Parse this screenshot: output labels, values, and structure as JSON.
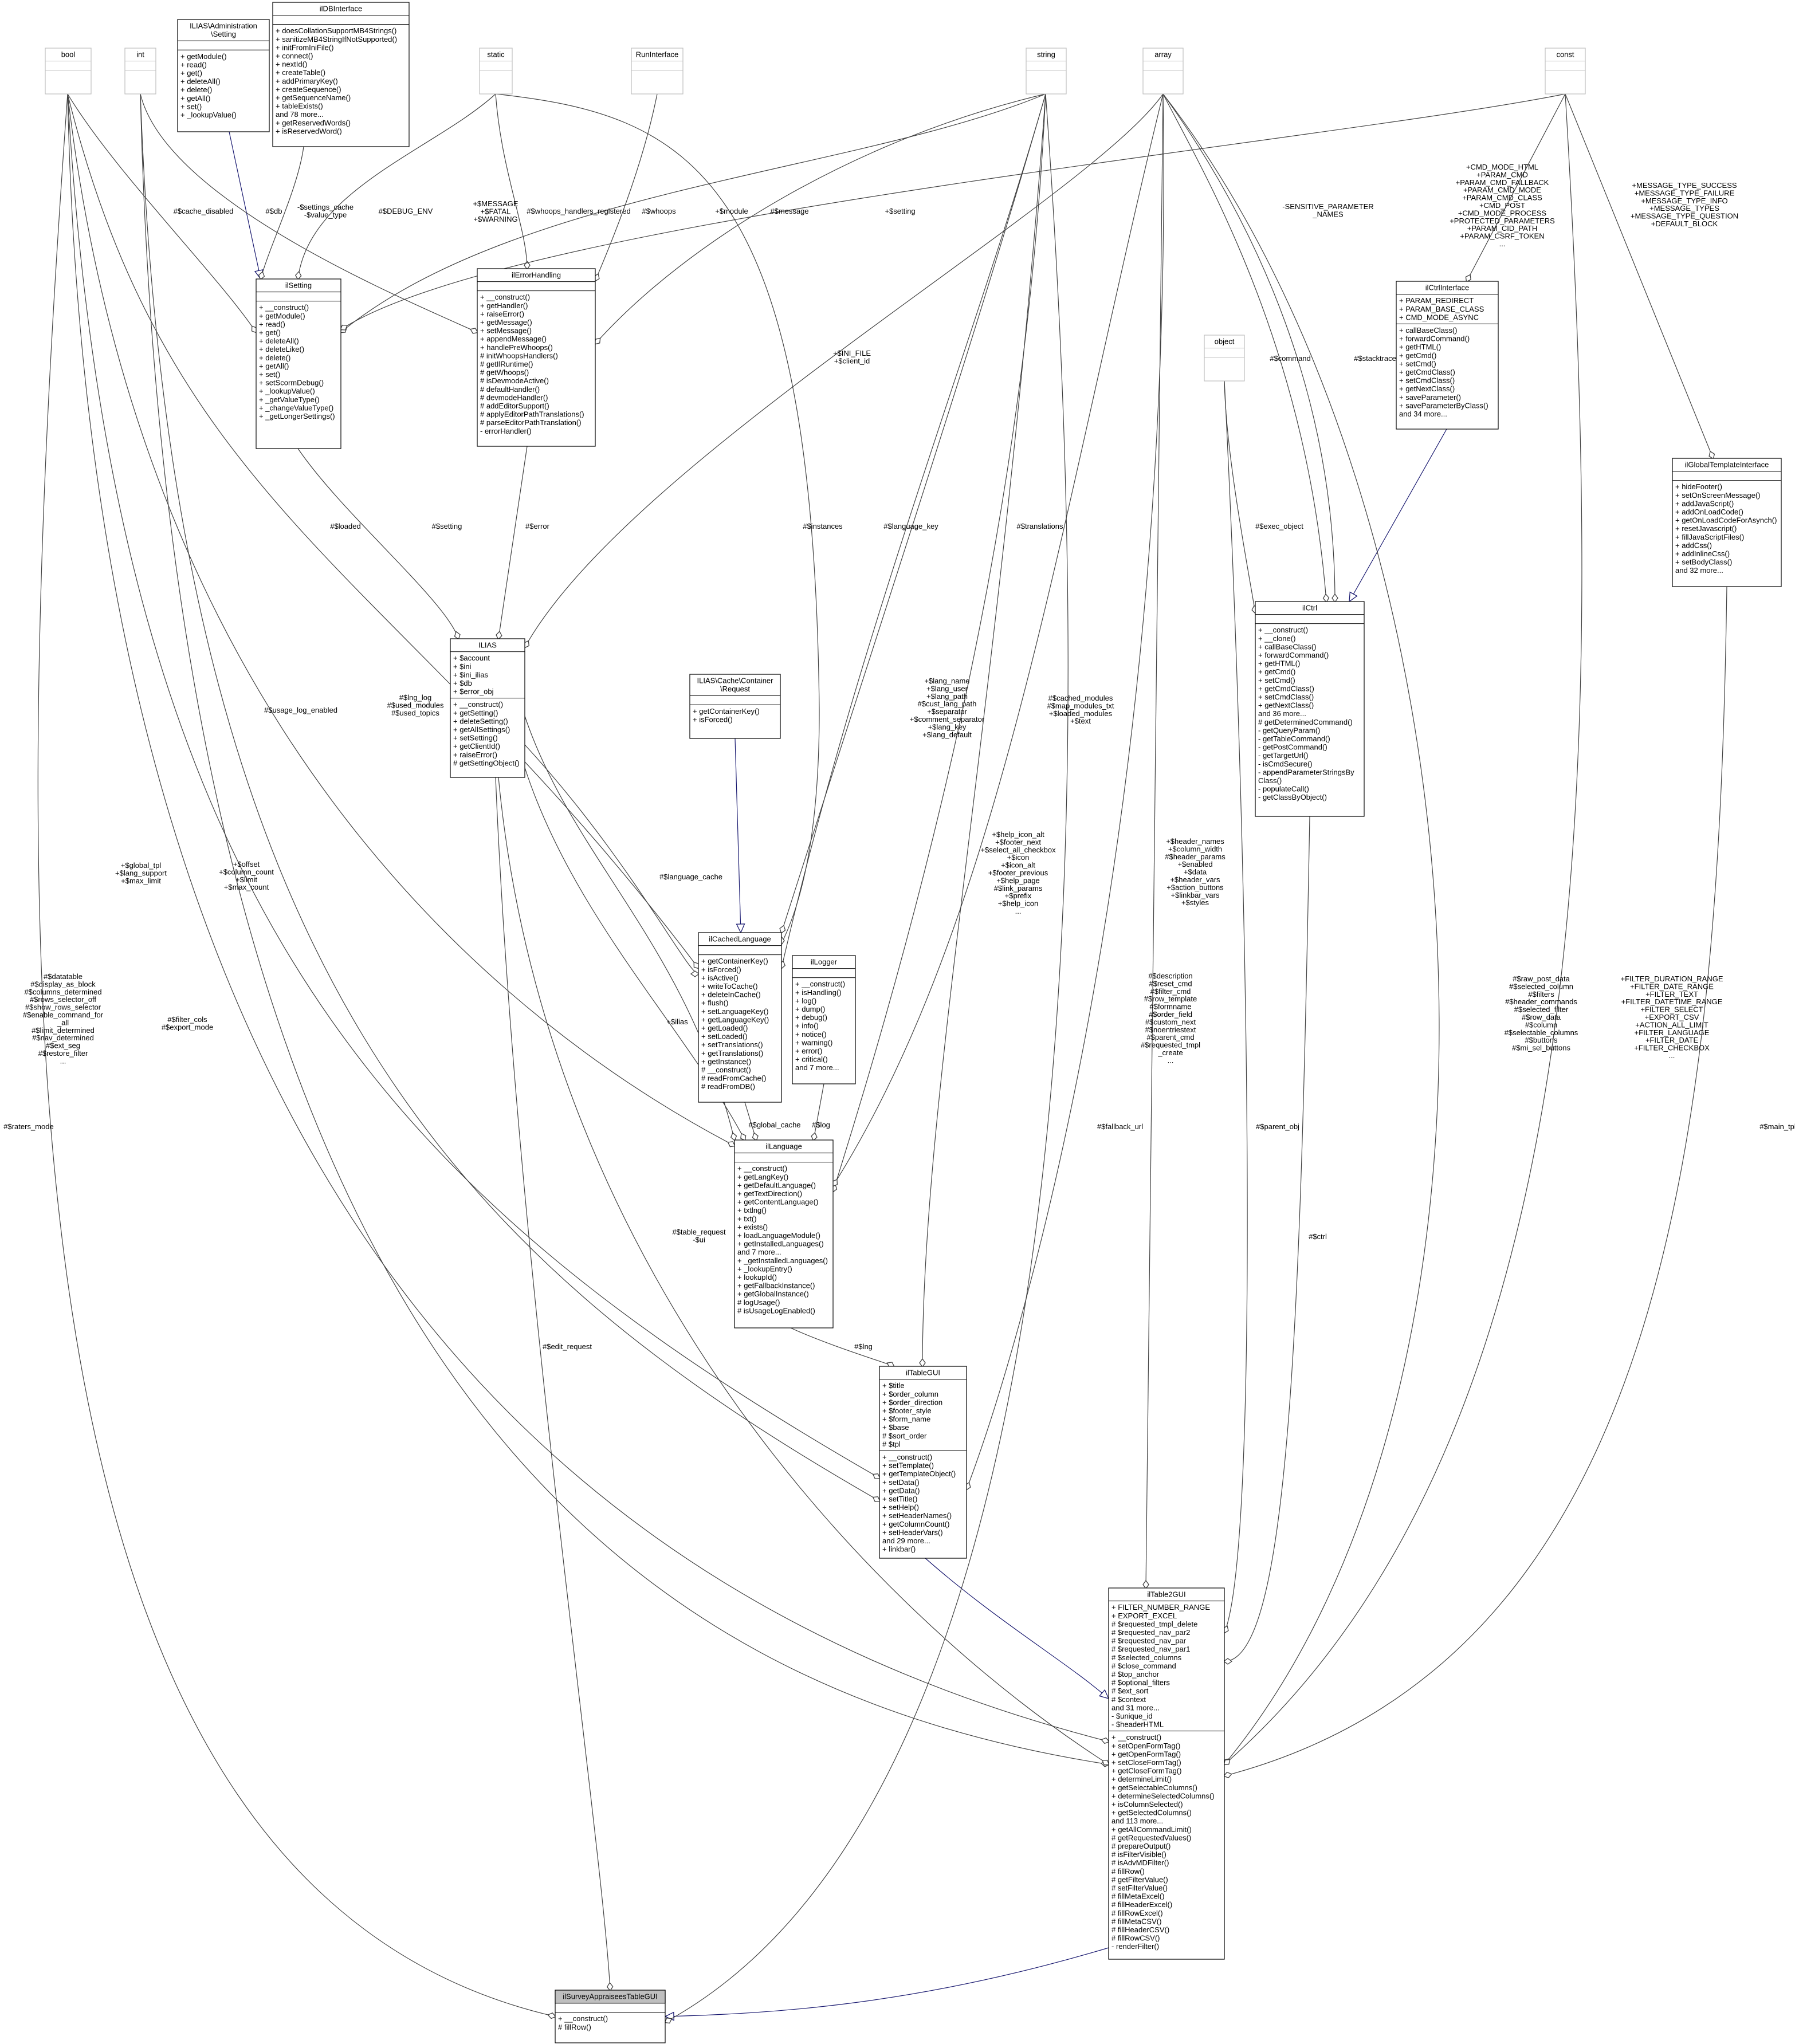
{
  "diagram": {
    "title": "ilSurveyAppraiseesTableGUI collaboration diagram",
    "nodes": [
      {
        "id": "bool",
        "title": [
          "bool"
        ],
        "attrs": [],
        "methods": []
      },
      {
        "id": "int",
        "title": [
          "int"
        ],
        "attrs": [],
        "methods": []
      },
      {
        "id": "ilias_admin_setting",
        "title": [
          "ILIAS\\Administration",
          "\\Setting"
        ],
        "attrs": [],
        "methods": [
          "+ getModule()",
          "+ read()",
          "+ get()",
          "+ deleteAll()",
          "+ delete()",
          "+ getAll()",
          "+ set()",
          "+ _lookupValue()"
        ]
      },
      {
        "id": "ildbinterface",
        "title": [
          "ilDBInterface"
        ],
        "attrs": [],
        "methods": [
          "+ doesCollationSupportMB4Strings()",
          "+ sanitizeMB4StringIfNotSupported()",
          "+ initFromIniFile()",
          "+ connect()",
          "+ nextId()",
          "+ createTable()",
          "+ addPrimaryKey()",
          "+ createSequence()",
          "+ getSequenceName()",
          "+ tableExists()",
          "and 78 more...",
          "+ getReservedWords()",
          "+ isReservedWord()"
        ]
      },
      {
        "id": "static",
        "title": [
          "static"
        ],
        "attrs": [],
        "methods": []
      },
      {
        "id": "runinterface",
        "title": [
          "RunInterface"
        ],
        "attrs": [],
        "methods": []
      },
      {
        "id": "string",
        "title": [
          "string"
        ],
        "attrs": [],
        "methods": []
      },
      {
        "id": "array",
        "title": [
          "array"
        ],
        "attrs": [],
        "methods": []
      },
      {
        "id": "const",
        "title": [
          "const"
        ],
        "attrs": [],
        "methods": []
      },
      {
        "id": "ilsetting",
        "title": [
          "ilSetting"
        ],
        "attrs": [],
        "methods": [
          "+ __construct()",
          "+ getModule()",
          "+ read()",
          "+ get()",
          "+ deleteAll()",
          "+ deleteLike()",
          "+ delete()",
          "+ getAll()",
          "+ set()",
          "+ setScormDebug()",
          "+ _lookupValue()",
          "+ _getValueType()",
          "+ _changeValueType()",
          "+ _getLongerSettings()"
        ]
      },
      {
        "id": "ilerrorhandling",
        "title": [
          "ilErrorHandling"
        ],
        "attrs": [],
        "methods": [
          "+ __construct()",
          "+ getHandler()",
          "+ raiseError()",
          "+ getMessage()",
          "+ setMessage()",
          "+ appendMessage()",
          "+ handlePreWhoops()",
          "# initWhoopsHandlers()",
          "# getIlRuntime()",
          "# getWhoops()",
          "# isDevmodeActive()",
          "# defaultHandler()",
          "# devmodeHandler()",
          "# addEditorSupport()",
          "# applyEditorPathTranslations()",
          "# parseEditorPathTranslation()",
          "- errorHandler()"
        ]
      },
      {
        "id": "object",
        "title": [
          "object"
        ],
        "attrs": [],
        "methods": []
      },
      {
        "id": "ilctrlinterface",
        "title": [
          "ilCtrlInterface"
        ],
        "attrs": [
          "+ PARAM_REDIRECT",
          "+ PARAM_BASE_CLASS",
          "+ CMD_MODE_ASYNC"
        ],
        "methods": [
          "+ callBaseClass()",
          "+ forwardCommand()",
          "+ getHTML()",
          "+ getCmd()",
          "+ setCmd()",
          "+ getCmdClass()",
          "+ setCmdClass()",
          "+ getNextClass()",
          "+ saveParameter()",
          "+ saveParameterByClass()",
          "and 34 more..."
        ]
      },
      {
        "id": "ilglobaltemplateinterface",
        "title": [
          "ilGlobalTemplateInterface"
        ],
        "attrs": [],
        "methods": [
          "+ hideFooter()",
          "+ setOnScreenMessage()",
          "+ addJavaScript()",
          "+ addOnLoadCode()",
          "+ getOnLoadCodeForAsynch()",
          "+ resetJavascript()",
          "+ fillJavaScriptFiles()",
          "+ addCss()",
          "+ addInlineCss()",
          "+ setBodyClass()",
          "and 32 more..."
        ]
      },
      {
        "id": "ilias",
        "title": [
          "ILIAS"
        ],
        "attrs": [
          "+ $account",
          "+ $ini",
          "+ $ini_ilias",
          "+ $db",
          "+ $error_obj"
        ],
        "methods": [
          "+ __construct()",
          "+ getSetting()",
          "+ deleteSetting()",
          "+ getAllSettings()",
          "+ setSetting()",
          "+ getClientId()",
          "+ raiseError()",
          "# getSettingObject()"
        ]
      },
      {
        "id": "ilctrl",
        "title": [
          "ilCtrl"
        ],
        "attrs": [],
        "methods": [
          "+ __construct()",
          "+ __clone()",
          "+ callBaseClass()",
          "+ forwardCommand()",
          "+ getHTML()",
          "+ getCmd()",
          "+ setCmd()",
          "+ getCmdClass()",
          "+ setCmdClass()",
          "+ getNextClass()",
          "and 36 more...",
          "# getDeterminedCommand()",
          "- getQueryParam()",
          "- getTableCommand()",
          "- getPostCommand()",
          "- getTargetUrl()",
          "- isCmdSecure()",
          "- appendParameterStringsBy",
          "Class()",
          "- populateCall()",
          "- getClassByObject()"
        ]
      },
      {
        "id": "ilias_cache_request",
        "title": [
          "ILIAS\\Cache\\Container",
          "\\Request"
        ],
        "attrs": [],
        "methods": [
          "+ getContainerKey()",
          "+ isForced()"
        ]
      },
      {
        "id": "ilcachedlanguage",
        "title": [
          "ilCachedLanguage"
        ],
        "attrs": [],
        "methods": [
          "+ getContainerKey()",
          "+ isForced()",
          "+ isActive()",
          "+ writeToCache()",
          "+ deleteInCache()",
          "+ flush()",
          "+ setLanguageKey()",
          "+ getLanguageKey()",
          "+ getLoaded()",
          "+ setLoaded()",
          "+ setTranslations()",
          "+ getTranslations()",
          "+ getInstance()",
          "# __construct()",
          "# readFromCache()",
          "# readFromDB()"
        ]
      },
      {
        "id": "illogger",
        "title": [
          "ilLogger"
        ],
        "attrs": [],
        "methods": [
          "+ __construct()",
          "+ isHandling()",
          "+ log()",
          "+ dump()",
          "+ debug()",
          "+ info()",
          "+ notice()",
          "+ warning()",
          "+ error()",
          "+ critical()",
          "and 7 more..."
        ]
      },
      {
        "id": "illanguage",
        "title": [
          "ilLanguage"
        ],
        "attrs": [],
        "methods": [
          "+ __construct()",
          "+ getLangKey()",
          "+ getDefaultLanguage()",
          "+ getTextDirection()",
          "+ getContentLanguage()",
          "+ txtlng()",
          "+ txt()",
          "+ exists()",
          "+ loadLanguageModule()",
          "+ getInstalledLanguages()",
          "and 7 more...",
          "+ _getInstalledLanguages()",
          "+ _lookupEntry()",
          "+ lookupId()",
          "+ getFallbackInstance()",
          "+ getGlobalInstance()",
          "# logUsage()",
          "# isUsageLogEnabled()"
        ]
      },
      {
        "id": "iltablegui",
        "title": [
          "ilTableGUI"
        ],
        "attrs": [
          "+ $title",
          "+ $order_column",
          "+ $order_direction",
          "+ $footer_style",
          "+ $form_name",
          "+ $base",
          "# $sort_order",
          "# $tpl"
        ],
        "methods": [
          "+ __construct()",
          "+ setTemplate()",
          "+ getTemplateObject()",
          "+ setData()",
          "+ getData()",
          "+ setTitle()",
          "+ setHelp()",
          "+ setHeaderNames()",
          "+ getColumnCount()",
          "+ setHeaderVars()",
          "and 29 more...",
          "+ linkbar()"
        ]
      },
      {
        "id": "iltable2gui",
        "title": [
          "ilTable2GUI"
        ],
        "attrs": [
          "+ FILTER_NUMBER_RANGE",
          "+ EXPORT_EXCEL",
          "# $requested_tmpl_delete",
          "# $requested_nav_par2",
          "# $requested_nav_par",
          "# $requested_nav_par1",
          "# $selected_columns",
          "# $close_command",
          "# $top_anchor",
          "# $optional_filters",
          "# $ext_sort",
          "# $context",
          "and 31 more...",
          "- $unique_id",
          "- $headerHTML"
        ],
        "methods": [
          "+ __construct()",
          "+ setOpenFormTag()",
          "+ getOpenFormTag()",
          "+ setCloseFormTag()",
          "+ getCloseFormTag()",
          "+ determineLimit()",
          "+ getSelectableColumns()",
          "+ determineSelectedColumns()",
          "+ isColumnSelected()",
          "+ getSelectedColumns()",
          "and 113 more...",
          "+ getAllCommandLimit()",
          "# getRequestedValues()",
          "# prepareOutput()",
          "# isFilterVisible()",
          "# isAdvMDFilter()",
          "# fillRow()",
          "# getFilterValue()",
          "# setFilterValue()",
          "# fillMetaExcel()",
          "# fillHeaderExcel()",
          "# fillRowExcel()",
          "# fillMetaCSV()",
          "# fillHeaderCSV()",
          "# fillRowCSV()",
          "- renderFilter()"
        ]
      },
      {
        "id": "ilsurveyappraiseestablegui",
        "title": [
          "ilSurveyAppraiseesTableGUI"
        ],
        "attrs": [],
        "methods": [
          "+ __construct()",
          "# fillRow()"
        ]
      }
    ],
    "edge_labels": {
      "cache_disabled": [
        "#$cache_disabled"
      ],
      "db": [
        "#$db"
      ],
      "settings_cache": [
        "-$settings_cache",
        "-$value_type"
      ],
      "debug_env": [
        "#$DEBUG_ENV"
      ],
      "message_fatal": [
        "+$MESSAGE",
        "+$FATAL",
        "+$WARNING"
      ],
      "whoops_registered": [
        "#$whoops_handlers_registered"
      ],
      "whoops": [
        "#$whoops"
      ],
      "module": [
        "+$module"
      ],
      "message": [
        "#$message"
      ],
      "setting_var": [
        "+$setting"
      ],
      "ini_file": [
        "+$INI_FILE",
        "+$client_id"
      ],
      "command": [
        "#$command"
      ],
      "stacktrace": [
        "#$stacktrace"
      ],
      "sensitive": [
        "-SENSITIVE_PARAMETER",
        "_NAMES"
      ],
      "cmd_consts": [
        "+CMD_MODE_HTML",
        "+PARAM_CMD",
        "+PARAM_CMD_FALLBACK",
        "+PARAM_CMD_MODE",
        "+PARAM_CMD_CLASS",
        "+CMD_POST",
        "+CMD_MODE_PROCESS",
        "+PROTECTED_PARAMETERS",
        "+PARAM_CID_PATH",
        "+PARAM_CSRF_TOKEN",
        "..."
      ],
      "message_types": [
        "+MESSAGE_TYPE_SUCCESS",
        "+MESSAGE_TYPE_FAILURE",
        "+MESSAGE_TYPE_INFO",
        "+MESSAGE_TYPES",
        "+MESSAGE_TYPE_QUESTION",
        "+DEFAULT_BLOCK"
      ],
      "loaded": [
        "#$loaded"
      ],
      "setting_ilias": [
        "#$setting"
      ],
      "error": [
        "#$error"
      ],
      "instances": [
        "#$instances"
      ],
      "language_key": [
        "#$language_key"
      ],
      "translations": [
        "#$translations"
      ],
      "exec_object": [
        "#$exec_object"
      ],
      "usage_log": [
        "#$usage_log_enabled"
      ],
      "lng_log": [
        "#$lng_log",
        "#$used_modules",
        "#$used_topics"
      ],
      "lang_name": [
        "+$lang_name",
        "+$lang_user",
        "+$lang_path",
        "#$cust_lang_path",
        "+$separator",
        "+$comment_separator",
        "+$lang_key",
        "+$lang_default"
      ],
      "cached_modules": [
        "#$cached_modules",
        "#$map_modules_txt",
        "+$loaded_modules",
        "+$text"
      ],
      "language_cache": [
        "#$language_cache"
      ],
      "ilias_var": [
        "+$ilias"
      ],
      "global_tpl": [
        "+$global_tpl",
        "+$lang_support",
        "+$max_limit"
      ],
      "offset": [
        "+$offset",
        "+$column_count",
        "+$limit",
        "+$max_count"
      ],
      "help_icon": [
        "+$help_icon_alt",
        "+$footer_next",
        "+$select_all_checkbox",
        "+$icon",
        "+$icon_alt",
        "+$footer_previous",
        "+$help_page",
        "#$link_params",
        "+$prefix",
        "+$help_icon",
        "..."
      ],
      "header_names": [
        "+$header_names",
        "+$column_width",
        "#$header_params",
        "+$enabled",
        "+$data",
        "+$header_vars",
        "+$action_buttons",
        "+$linkbar_vars",
        "+$styles"
      ],
      "datatable": [
        "#$datatable",
        "#$display_as_block",
        "#$columns_determined",
        "#$rows_selector_off",
        "#$show_rows_selector",
        "#$enable_command_for",
        "_all",
        "#$limit_determined",
        "#$nav_determined",
        "#$ext_seg",
        "#$restore_filter",
        "..."
      ],
      "filter_cols": [
        "#$filter_cols",
        "#$export_mode"
      ],
      "description": [
        "#$description",
        "#$reset_cmd",
        "#$filter_cmd",
        "#$row_template",
        "#$formname",
        "#$order_field",
        "#$custom_next",
        "#$noentriestext",
        "#$parent_cmd",
        "#$requested_tmpl",
        "_create",
        "..."
      ],
      "global_cache": [
        "#$global_cache"
      ],
      "log": [
        "#$log"
      ],
      "raw_post": [
        "#$raw_post_data",
        "#$selected_column",
        "#$filters",
        "#$header_commands",
        "#$selected_filter",
        "#$row_data",
        "#$column",
        "#$selectable_columns",
        "#$buttons",
        "#$mi_sel_buttons"
      ],
      "filter_consts": [
        "+FILTER_DURATION_RANGE",
        "+FILTER_DATE_RANGE",
        "+FILTER_TEXT",
        "+FILTER_DATETIME_RANGE",
        "+FILTER_SELECT",
        "+EXPORT_CSV",
        "+ACTION_ALL_LIMIT",
        "+FILTER_LANGUAGE",
        "+FILTER_DATE",
        "+FILTER_CHECKBOX",
        "..."
      ],
      "table_request": [
        "#$table_request",
        "-$ui"
      ],
      "lng": [
        "#$lng"
      ],
      "edit_request": [
        "#$edit_request"
      ],
      "fallback_url": [
        "#$fallback_url"
      ],
      "parent_obj": [
        "#$parent_obj"
      ],
      "ctrl": [
        "#$ctrl"
      ],
      "main_tpl": [
        "#$main_tpl"
      ],
      "raters_mode": [
        "#$raters_mode"
      ]
    }
  }
}
